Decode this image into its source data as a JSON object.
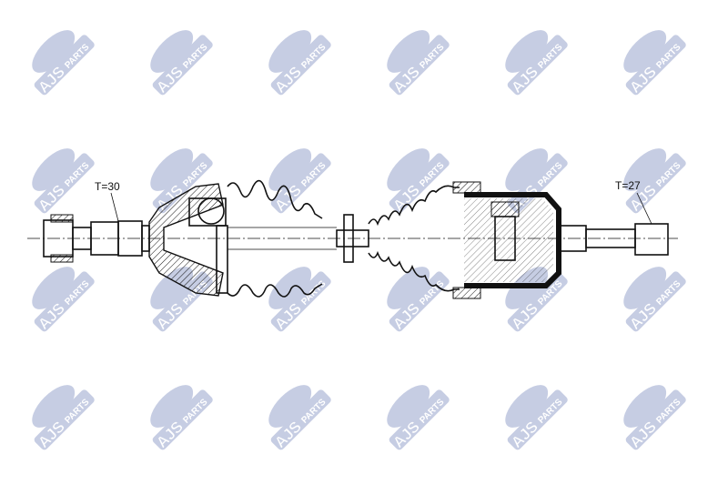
{
  "watermark": {
    "brand": "AJS",
    "sub": "PARTS",
    "color": "#c6cde3"
  },
  "labels": {
    "left_teeth": "T=30",
    "right_teeth": "T=27"
  }
}
